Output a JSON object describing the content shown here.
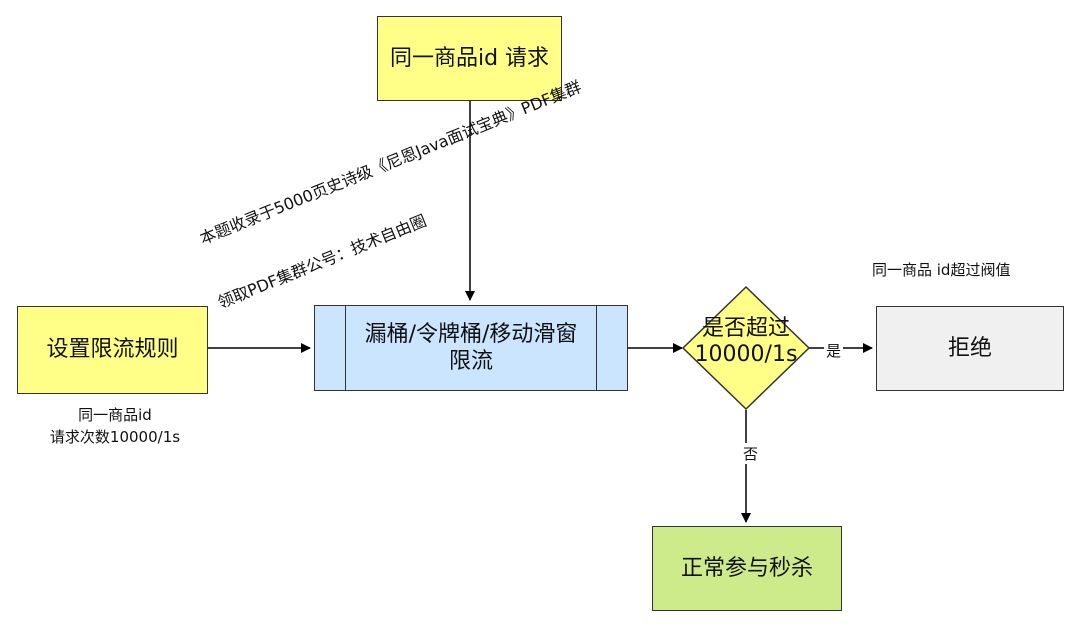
{
  "nodes": {
    "request": "同一商品id 请求",
    "rule": "设置限流规则",
    "limiter_line1": "漏桶/令牌桶/移动滑窗",
    "limiter_line2": "限流",
    "decision_line1": "是否超过",
    "decision_line2": "10000/1s",
    "reject": "拒绝",
    "pass": "正常参与秒杀"
  },
  "captions": {
    "rule_line1": "同一商品id",
    "rule_line2": "请求次数10000/1s",
    "reject_above": "同一商品 id超过阀值"
  },
  "edge_labels": {
    "yes": "是",
    "no": "否"
  },
  "watermark": {
    "line1": "本题收录于5000页史诗级《尼恩Java面试宝典》PDF集群",
    "line2": "领取PDF集群公号：技术自由圈"
  },
  "colors": {
    "yellow": "#ffff88",
    "blue": "#cce5ff",
    "gray": "#f0f0f0",
    "green": "#cdeb8b",
    "stroke": "#333333"
  }
}
